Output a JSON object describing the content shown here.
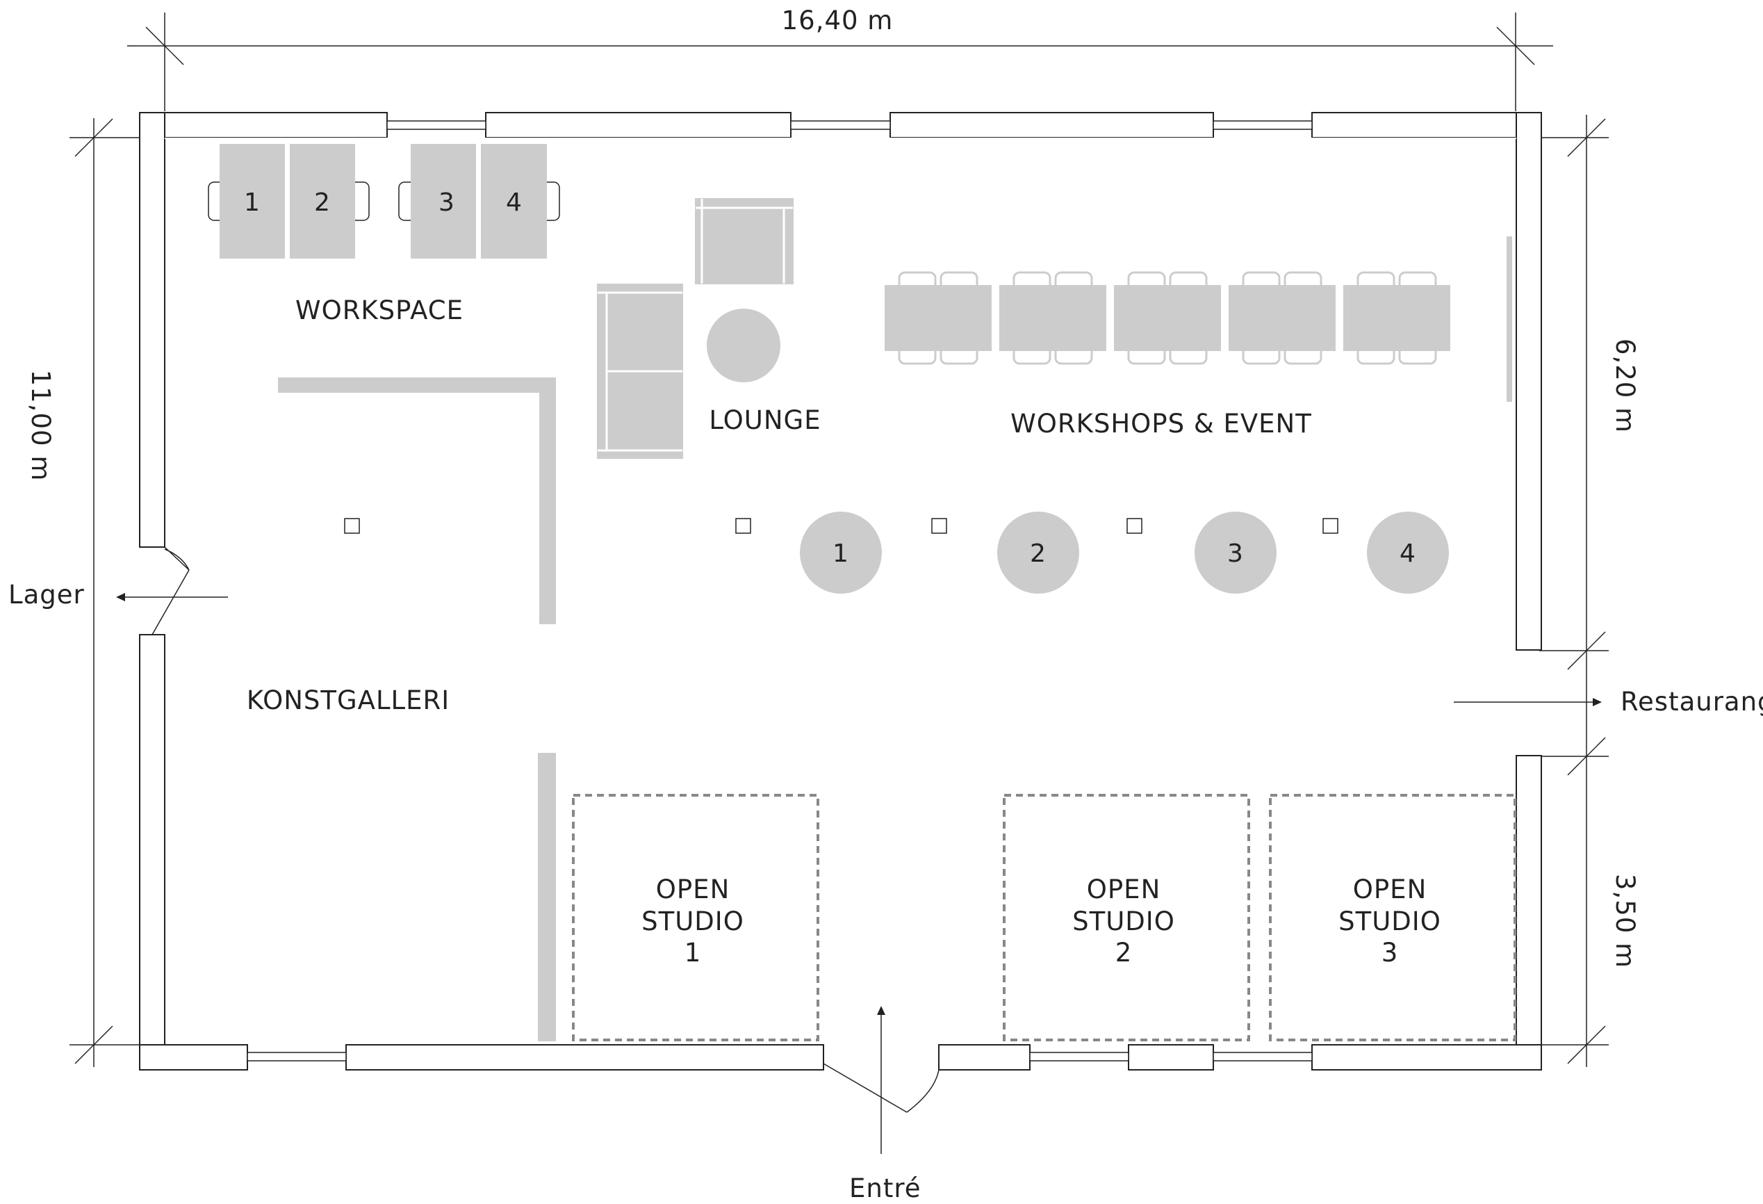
{
  "dimensions": {
    "width": "16,40 m",
    "height": "11,00 m",
    "right_upper": "6,20 m",
    "right_lower": "3,50 m"
  },
  "zones": {
    "workspace": "WORKSPACE",
    "lounge": "LOUNGE",
    "workshops": "WORKSHOPS & EVENT",
    "gallery": "KONSTGALLERI"
  },
  "studios": [
    {
      "line1": "OPEN",
      "line2": "STUDIO",
      "line3": "1"
    },
    {
      "line1": "OPEN",
      "line2": "STUDIO",
      "line3": "2"
    },
    {
      "line1": "OPEN",
      "line2": "STUDIO",
      "line3": "3"
    }
  ],
  "desks": [
    "1",
    "2",
    "3",
    "4"
  ],
  "round_tables": [
    "1",
    "2",
    "3",
    "4"
  ],
  "exits": {
    "lager": "Lager",
    "restaurang": "Restaurang",
    "entre": "Entré"
  },
  "colors": {
    "line": "#222222",
    "furniture": "#cccccc",
    "studio_outline": "#888888"
  }
}
